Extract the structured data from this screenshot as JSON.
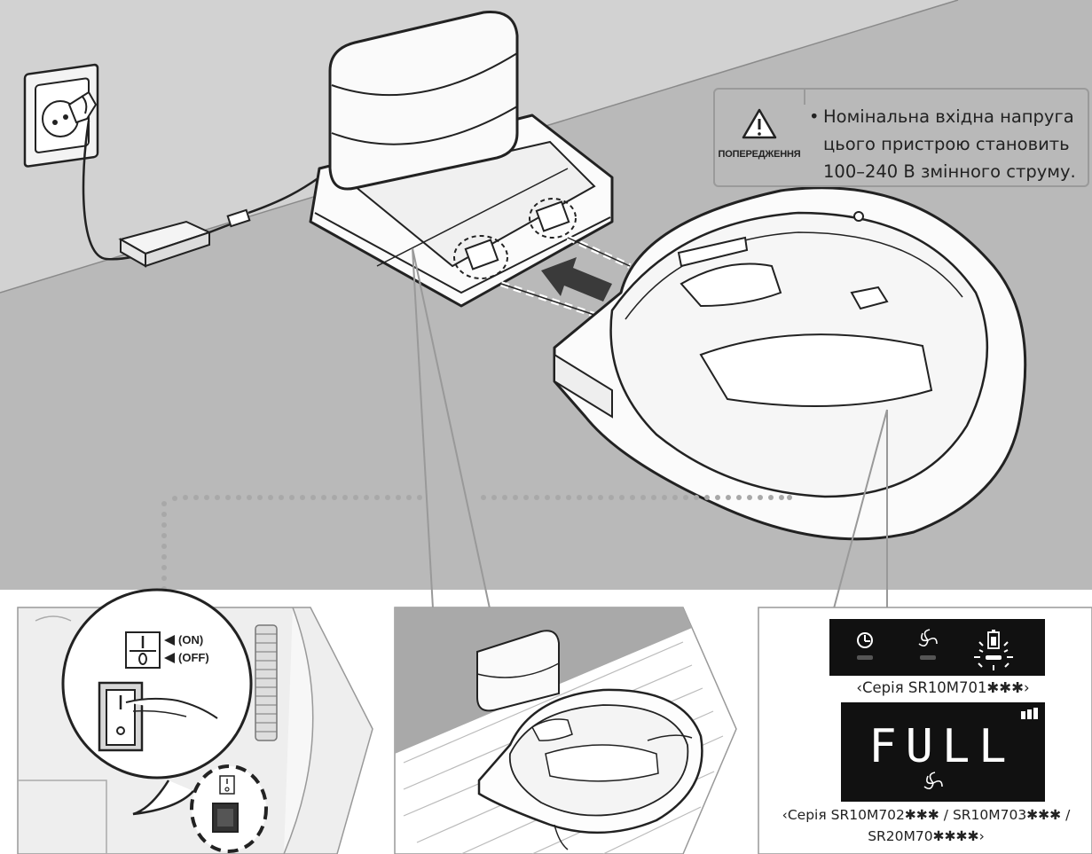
{
  "warning": {
    "label": "ПОПЕРЕДЖЕННЯ",
    "bullet": "•",
    "text": "Номінальна вхідна напруга цього пристрою становить 100–240 В змінного струму."
  },
  "switch": {
    "on_label": "(ON)",
    "off_label": "(OFF)",
    "on_symbol": "I",
    "off_symbol": "O"
  },
  "display_1": {
    "caption": "‹Серія SR10M701✱✱✱›"
  },
  "display_2": {
    "screen_text": "FULL",
    "caption_line1": "‹Серія SR10M702✱✱✱ / SR10M703✱✱✱ /",
    "caption_line2": "SR20M70✱✱✱✱›"
  },
  "icons": [
    "warning-triangle-icon",
    "timer-icon",
    "fan-icon",
    "battery-icon",
    "power-switch-icon",
    "arrow-left-icon"
  ]
}
